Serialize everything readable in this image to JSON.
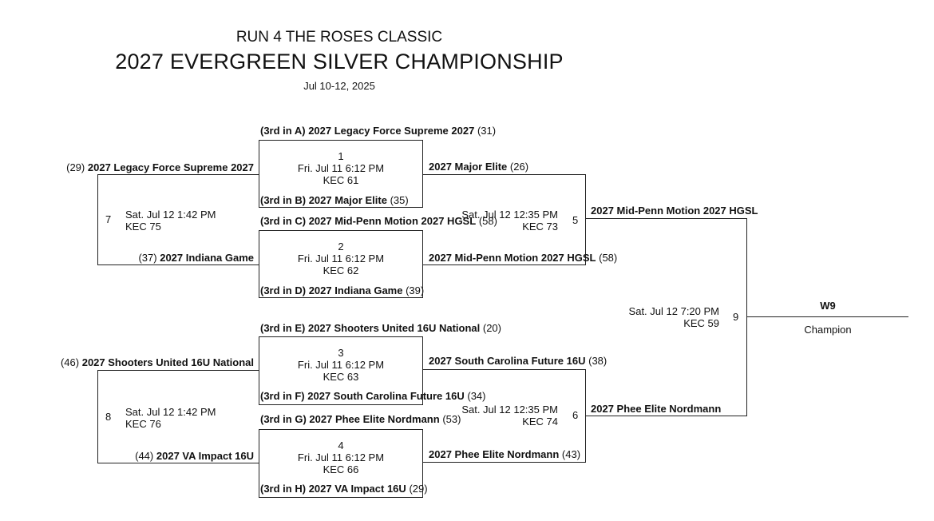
{
  "header": {
    "event": "RUN 4 THE ROSES CLASSIC",
    "division": "2027 EVERGREEN SILVER CHAMPIONSHIP",
    "dates": "Jul 10-12, 2025"
  },
  "first_round": [
    {
      "top_seed": "(3rd in A)",
      "top_team": "2027 Legacy Force Supreme 2027",
      "top_num": "(31)",
      "num": "1",
      "time": "Fri. Jul 11 6:12 PM",
      "court": "KEC 61",
      "bot_seed": "(3rd in B)",
      "bot_team": "2027 Major Elite",
      "bot_num": "(35)",
      "winner": "2027 Major Elite",
      "winner_num": "(26)"
    },
    {
      "top_seed": "(3rd in C)",
      "top_team": "2027 Mid-Penn Motion 2027 HGSL",
      "top_num": "(58)",
      "num": "2",
      "time": "Fri. Jul 11 6:12 PM",
      "court": "KEC 62",
      "bot_seed": "(3rd in D)",
      "bot_team": "2027 Indiana Game",
      "bot_num": "(39)",
      "winner": "2027 Mid-Penn Motion 2027 HGSL",
      "winner_num": "(58)"
    },
    {
      "top_seed": "(3rd in E)",
      "top_team": "2027 Shooters United 16U National",
      "top_num": "(20)",
      "num": "3",
      "time": "Fri. Jul 11 6:12 PM",
      "court": "KEC 63",
      "bot_seed": "(3rd in F)",
      "bot_team": "2027 South Carolina Future 16U",
      "bot_num": "(34)",
      "winner": "2027 South Carolina Future 16U",
      "winner_num": "(38)"
    },
    {
      "top_seed": "(3rd in G)",
      "top_team": "2027 Phee Elite Nordmann",
      "top_num": "(53)",
      "num": "4",
      "time": "Fri. Jul 11 6:12 PM",
      "court": "KEC 66",
      "bot_seed": "(3rd in H)",
      "bot_team": "2027 VA Impact 16U",
      "bot_num": "(29)",
      "winner": "2027 Phee Elite Nordmann",
      "winner_num": "(43)"
    }
  ],
  "consolation": [
    {
      "top_num": "(29)",
      "top_team": "2027 Legacy Force Supreme 2027",
      "num": "7",
      "time": "Sat. Jul 12 1:42 PM",
      "court": "KEC 75",
      "bot_num": "(37)",
      "bot_team": "2027 Indiana Game"
    },
    {
      "top_num": "(46)",
      "top_team": "2027 Shooters United 16U National",
      "num": "8",
      "time": "Sat. Jul 12 1:42 PM",
      "court": "KEC 76",
      "bot_num": "(44)",
      "bot_team": "2027 VA Impact 16U"
    }
  ],
  "semis": [
    {
      "num": "5",
      "time": "Sat. Jul 12 12:35 PM",
      "court": "KEC 73",
      "winner": "2027 Mid-Penn Motion 2027 HGSL"
    },
    {
      "num": "6",
      "time": "Sat. Jul 12 12:35 PM",
      "court": "KEC 74",
      "winner": "2027 Phee Elite Nordmann"
    }
  ],
  "final": {
    "num": "9",
    "time": "Sat. Jul 12 7:20 PM",
    "court": "KEC 59",
    "winner": "W9",
    "label": "Champion"
  }
}
